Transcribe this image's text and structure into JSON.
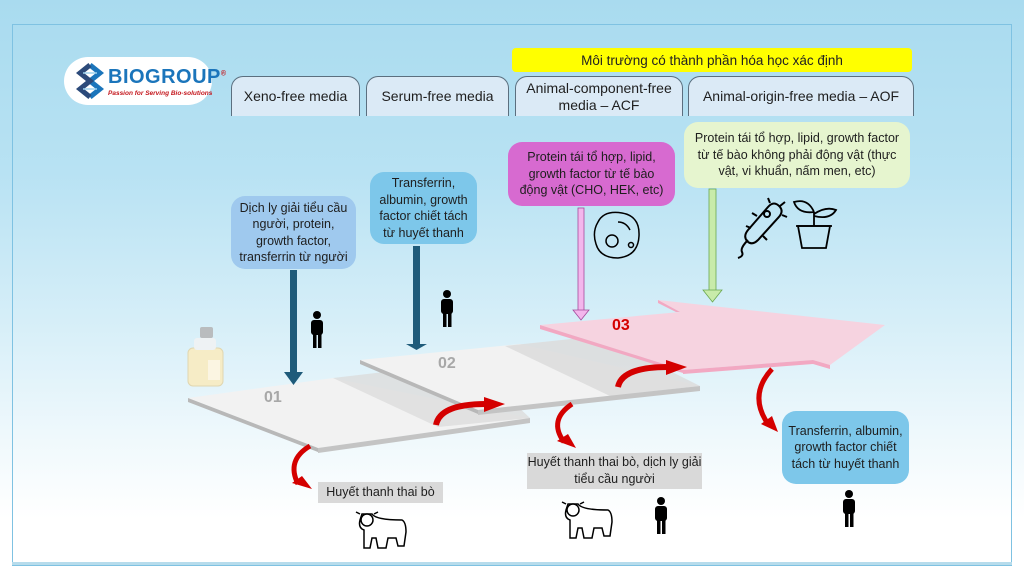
{
  "logo": {
    "name": "BIOGROUP",
    "registered": "®",
    "tagline": "Passion for Serving Bio-solutions"
  },
  "banner": {
    "label": "Môi trường có thành phần hóa học xác định",
    "color": "#ffff00"
  },
  "media_types": [
    {
      "label": "Xeno-free media"
    },
    {
      "label": "Serum-free media"
    },
    {
      "label": "Animal-component-free media – ACF"
    },
    {
      "label": "Animal-origin-free media – AOF"
    }
  ],
  "inputs": [
    {
      "text": "Dịch ly giải tiểu cầu người, protein, growth factor, transferrin từ người",
      "color": "#9fc9ee",
      "icon": "person-icon"
    },
    {
      "text": "Transferrin, albumin, growth factor chiết tách từ huyết thanh",
      "color": "#7dc7ea",
      "icon": "person-icon"
    },
    {
      "text": "Protein tái tổ hợp, lipid, growth factor từ tế bào động vật (CHO, HEK, etc)",
      "color": "#d76ad0",
      "icon": "animal-cell-icon"
    },
    {
      "text": "Protein tái tổ hợp, lipid, growth factor từ tế bào không phải động vật (thực vật, vi khuẩn, nấm men, etc)",
      "color": "#e6f5cf",
      "icons": [
        "bacteria-icon",
        "plant-pot-icon"
      ]
    }
  ],
  "steps": [
    {
      "number": "01",
      "color": "#f2f2f2"
    },
    {
      "number": "02",
      "color": "#f2f2f2"
    },
    {
      "number": "03",
      "color": "#f6d3e0",
      "number_color": "#d40000"
    }
  ],
  "removed": [
    {
      "text": "Huyết thanh thai bò",
      "icons": [
        "cow-icon"
      ]
    },
    {
      "text": "Huyết thanh thai bò, dịch ly giải tiểu cầu người",
      "icons": [
        "cow-icon",
        "person-icon"
      ]
    },
    {
      "text": "Transferrin, albumin, growth factor chiết tách từ huyết thanh",
      "color": "#7dc7ea",
      "icons": [
        "person-icon"
      ]
    }
  ]
}
